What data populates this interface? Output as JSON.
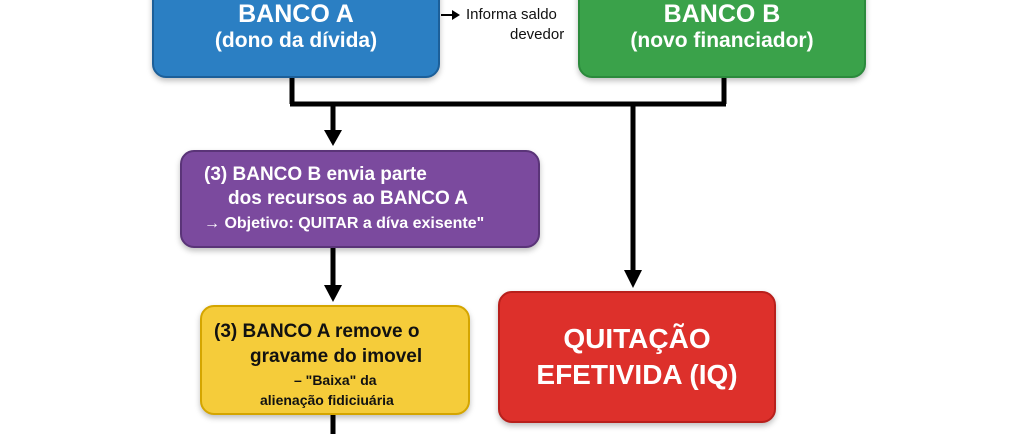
{
  "colors": {
    "bank_a": "#2b7fc3",
    "bank_b": "#3aa24a",
    "purple": "#7b4a9e",
    "yellow": "#f5cc3a",
    "red": "#dd302b",
    "line": "#000000"
  },
  "bank_a": {
    "title": "BANCO A",
    "subtitle": "(dono da dívida)"
  },
  "bank_b": {
    "title": "BANCO B",
    "subtitle": "(novo financiador)"
  },
  "note": {
    "line1": "→ Informa saldo",
    "line2": "devedor"
  },
  "step_transfer": {
    "line1": "(3) BANCO B envia parte",
    "line2": "dos recursos ao BANCO A",
    "line3": "→ Objetivo: QUITAR a díva exisente\""
  },
  "step_remove": {
    "line1": "(3) BANCO A remove o",
    "line2": "gravame do imovel",
    "line3": "– \"Baixa\" da",
    "line4": "alienação fidiciuária"
  },
  "result": {
    "line1": "QUITAÇÃO",
    "line2": "EFETIVIDA (IQ)"
  }
}
